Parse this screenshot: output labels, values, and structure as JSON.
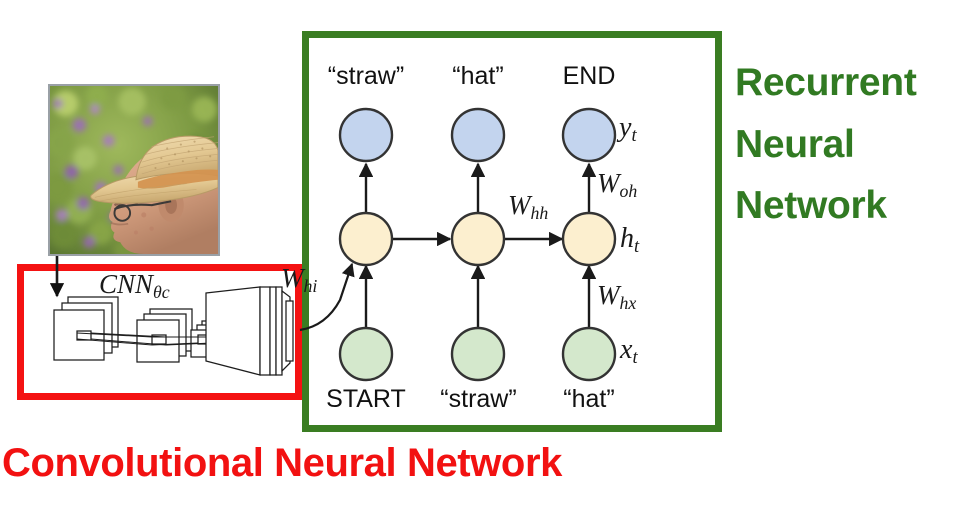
{
  "figure": {
    "title_rnn": [
      "Recurrent",
      "Neural",
      "Network"
    ],
    "title_cnn": "Convolutional Neural Network",
    "colors": {
      "rnn_green": "#317a22",
      "cnn_red": "#f21111",
      "box_green_border": "#3a7d22",
      "box_red_border": "#f41212",
      "output_node": "#c3d4ee",
      "hidden_node": "#fcefcf",
      "input_node": "#d4e8cc",
      "node_stroke": "#333333"
    }
  },
  "image": {
    "alt": "photograph of an elderly man in profile wearing a straw hat in front of green foliage with purple flowers"
  },
  "cnn_module": {
    "label": "CNN",
    "label_sub": "θc"
  },
  "rnn": {
    "output_labels": [
      "“straw”",
      "“hat”",
      "END"
    ],
    "input_labels": [
      "START",
      "“straw”",
      "“hat”"
    ],
    "node_annotations": {
      "output": "y",
      "output_sub": "t",
      "hidden": "h",
      "hidden_sub": "t",
      "input": "x",
      "input_sub": "t"
    },
    "weights": [
      {
        "name": "W",
        "sub": "hi"
      },
      {
        "name": "W",
        "sub": "hh"
      },
      {
        "name": "W",
        "sub": "oh"
      },
      {
        "name": "W",
        "sub": "hx"
      }
    ]
  }
}
